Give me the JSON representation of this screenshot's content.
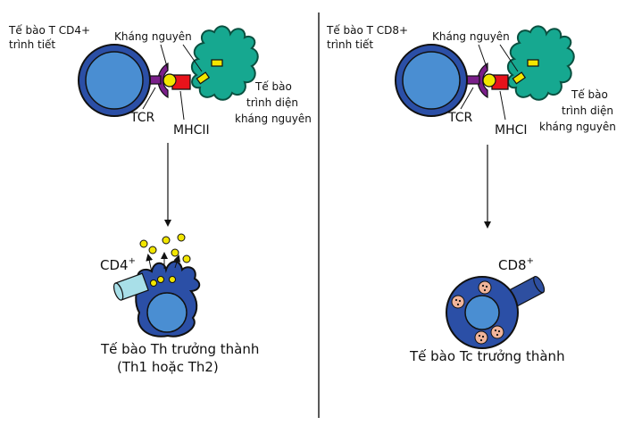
{
  "left": {
    "source_cell": [
      "Tế bào T CD4+",
      "trình tiết"
    ],
    "antigen": "Kháng nguyên",
    "tcr": "TCR",
    "mhc": "MHCII",
    "apc": [
      "Tế bào",
      "trình diện",
      "kháng nguyên"
    ],
    "marker": "CD4",
    "marker_sup": "+",
    "result": [
      "Tế bào Th trưởng thành",
      "(Th1 hoặc Th2)"
    ]
  },
  "right": {
    "source_cell": [
      "Tế bào T CD8+",
      "trình tiết"
    ],
    "antigen": "Kháng nguyên",
    "tcr": "TCR",
    "mhc": "MHCI",
    "apc": [
      "Tế bào",
      "trình diện",
      "kháng nguyên"
    ],
    "marker": "CD8",
    "marker_sup": "+",
    "result": [
      "Tế bào Tc trưởng thành"
    ]
  },
  "colors": {
    "t_cell_outer": "#2b4fa6",
    "t_cell_inner": "#4a8ed2",
    "apc": "#16a890",
    "tcr": "#7a1f8a",
    "mhc": "#e8131b",
    "antigen": "#f2e600",
    "cytokine": "#f2e600",
    "cd4": "#a8dfe8",
    "cd8": "#2e4fa0",
    "granule": "#f0b49a"
  }
}
